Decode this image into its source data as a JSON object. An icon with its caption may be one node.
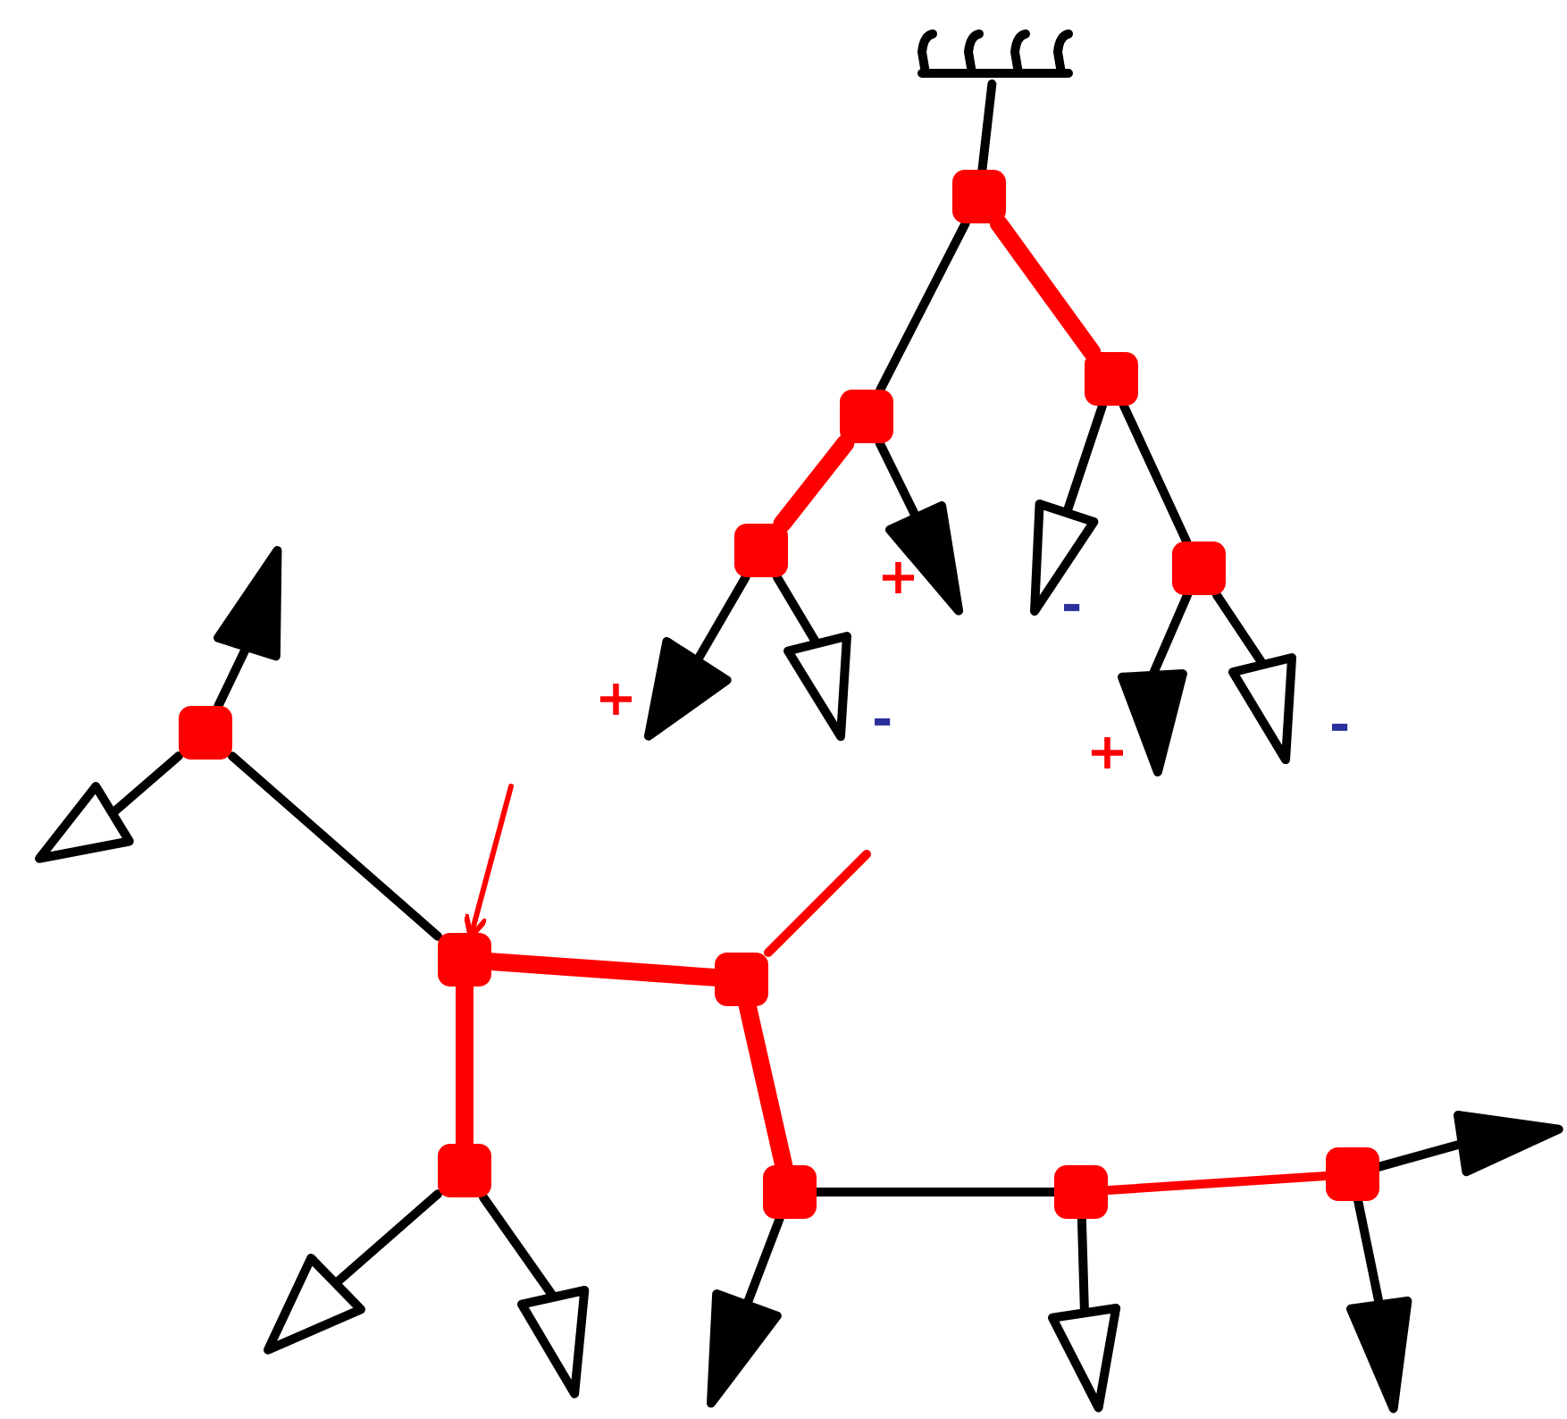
{
  "diagram": {
    "nodes": [
      {
        "text": [],
        "shape": "bar"
      },
      {
        "text": [],
        "shape": "box"
      },
      {
        "text": [],
        "shape": "box"
      },
      {
        "text": [],
        "shape": "box"
      },
      {
        "text": [],
        "shape": "box"
      },
      {
        "text": [],
        "shape": "triangle",
        "beside": [
          "+"
        ]
      },
      {
        "text": [],
        "shape": "triangle",
        "beside": [
          "-"
        ]
      },
      {
        "text": [],
        "shape": "box"
      },
      {
        "text": [],
        "shape": "triangle",
        "beside": [
          "+"
        ]
      },
      {
        "text": [],
        "shape": "triangle",
        "beside": [
          "-"
        ]
      },
      {
        "text": [],
        "shape": "triangle",
        "beside": [
          "+"
        ]
      },
      {
        "text": [],
        "shape": "triangle",
        "beside": [
          "-"
        ]
      },
      {
        "text": [],
        "shape": "triangle"
      },
      {
        "text": [],
        "shape": "box"
      },
      {
        "text": [],
        "shape": "triangle"
      },
      {
        "text": [],
        "shape": "box"
      },
      {
        "text": [],
        "shape": "box"
      },
      {
        "text": [],
        "shape": "box"
      },
      {
        "text": [],
        "shape": "triangle"
      },
      {
        "text": [],
        "shape": "triangle"
      },
      {
        "text": [],
        "shape": "box"
      },
      {
        "text": [],
        "shape": "triangle"
      },
      {
        "text": [],
        "shape": "box"
      },
      {
        "text": [],
        "shape": "box"
      },
      {
        "text": [],
        "shape": "triangle"
      },
      {
        "text": [],
        "shape": "triangle"
      },
      {
        "text": [],
        "shape": "triangle"
      }
    ],
    "edges": [
      {
        "from": 0,
        "to": 1,
        "arrow": "none"
      },
      {
        "from": 1,
        "to": 2,
        "arrow": "none"
      },
      {
        "from": 1,
        "to": 3,
        "arrow": "none",
        "style": "thick",
        "color": "#ff0000"
      },
      {
        "from": 2,
        "to": 4,
        "arrow": "none",
        "style": "thick",
        "color": "#ff0000"
      },
      {
        "from": 2,
        "to": 5,
        "arrow": "none"
      },
      {
        "from": 3,
        "to": 6,
        "arrow": "none"
      },
      {
        "from": 3,
        "to": 7,
        "arrow": "none"
      },
      {
        "from": 4,
        "to": 8,
        "arrow": "none"
      },
      {
        "from": 4,
        "to": 9,
        "arrow": "none"
      },
      {
        "from": 7,
        "to": 10,
        "arrow": "none"
      },
      {
        "from": 7,
        "to": 11,
        "arrow": "none"
      },
      {
        "from": 13,
        "to": 12,
        "arrow": "none"
      },
      {
        "from": 13,
        "to": 14,
        "arrow": "none"
      },
      {
        "from": 13,
        "to": 15,
        "arrow": "none"
      },
      {
        "from": null,
        "to": 15,
        "arrow": "to",
        "color": "#ff0000"
      },
      {
        "from": 15,
        "to": 16,
        "arrow": "none",
        "style": "thick",
        "color": "#ff0000"
      },
      {
        "from": 16,
        "to": null,
        "arrow": "none",
        "color": "#ff0000"
      },
      {
        "from": 15,
        "to": 17,
        "arrow": "none",
        "style": "thick",
        "color": "#ff0000"
      },
      {
        "from": 16,
        "to": 20,
        "arrow": "none",
        "style": "thick",
        "color": "#ff0000"
      },
      {
        "from": 17,
        "to": 18,
        "arrow": "none"
      },
      {
        "from": 17,
        "to": 19,
        "arrow": "none"
      },
      {
        "from": 20,
        "to": 21,
        "arrow": "none"
      },
      {
        "from": 20,
        "to": 22,
        "arrow": "none"
      },
      {
        "from": 22,
        "to": 23,
        "arrow": "none",
        "color": "#ff0000"
      },
      {
        "from": 22,
        "to": 24,
        "arrow": "none"
      },
      {
        "from": 23,
        "to": 25,
        "arrow": "none"
      },
      {
        "from": 23,
        "to": 26,
        "arrow": "none"
      }
    ]
  }
}
